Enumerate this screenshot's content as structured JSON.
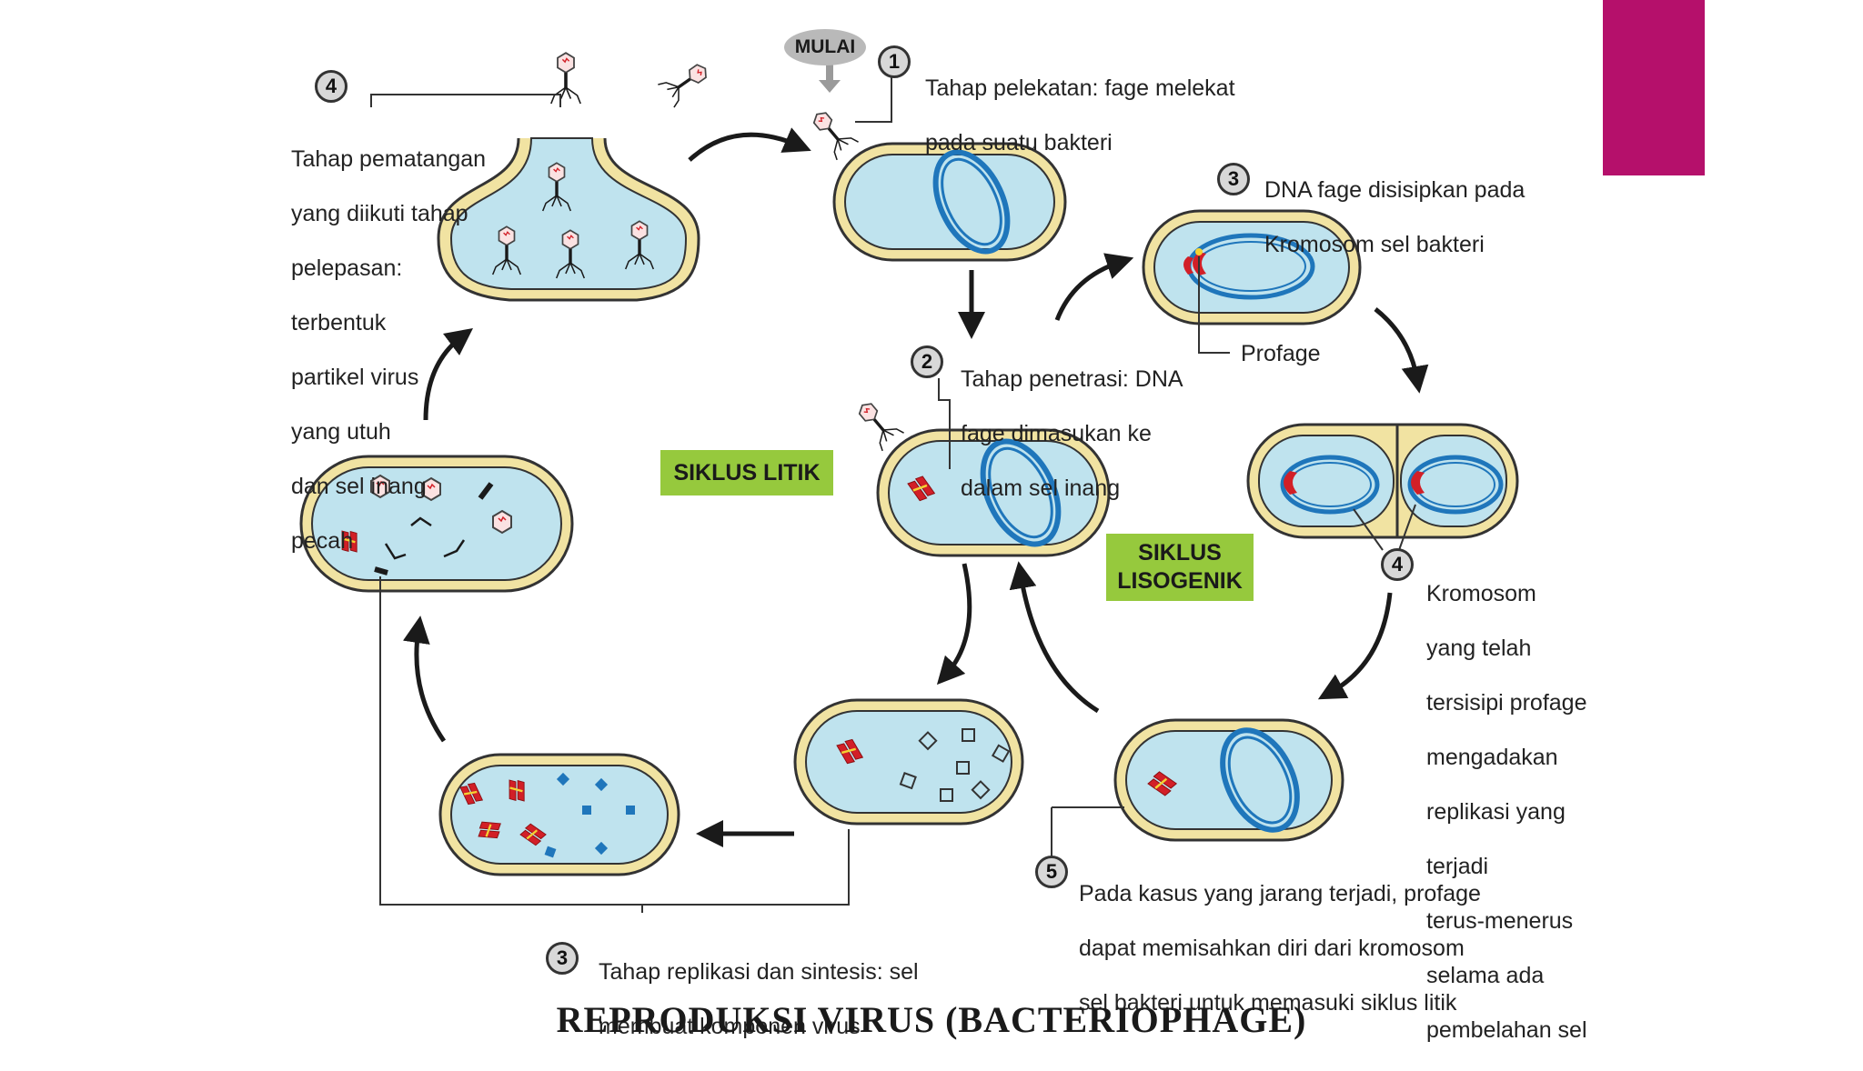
{
  "colors": {
    "accent": "#b5106b",
    "cell_wall": "#f1e3a2",
    "cell_outline": "#333333",
    "cytoplasm": "#bfe3ee",
    "chromosome": "#1f76bb",
    "phage_dna": "#d21f27",
    "cycle_label_bg": "#96c93d",
    "marker_bg": "#d8d8d8"
  },
  "start_label": "MULAI",
  "cycle_labels": {
    "lytic": "SIKLUS LITIK",
    "lysogenic_line1": "SIKLUS",
    "lysogenic_line2": "LISOGENIK"
  },
  "step_numbers": {
    "attach": "1",
    "penetrate": "2",
    "replicate": "3",
    "insert": "3",
    "mature": "4",
    "divide": "4",
    "excise": "5"
  },
  "descriptions": {
    "attach": [
      "Tahap pelekatan: fage melekat",
      "pada suatu bakteri"
    ],
    "penetrate": [
      "Tahap penetrasi: DNA",
      "fage dimasukan ke",
      "dalam sel inang"
    ],
    "replicate": [
      "Tahap replikasi dan sintesis: sel",
      "membuat komponen virus"
    ],
    "mature": [
      "Tahap pematangan",
      "yang diikuti tahap",
      "pelepasan:",
      "terbentuk",
      "partikel virus",
      "yang utuh",
      "dan sel inang",
      "pecah"
    ],
    "insert": [
      "DNA fage disisipkan pada",
      "Kromosom sel bakteri"
    ],
    "prophage": "Profage",
    "divide": [
      "Kromosom",
      "yang telah",
      "tersisipi profage",
      "mengadakan",
      "replikasi yang",
      "terjadi",
      "terus-menerus",
      "selama ada",
      "pembelahan sel"
    ],
    "excise": [
      "Pada kasus yang jarang terjadi, profage",
      "dapat memisahkan diri dari kromosom",
      "sel bakteri untuk memasuki siklus litik"
    ]
  },
  "title": "REPRODUKSI VIRUS (BACTERIOPHAGE)"
}
